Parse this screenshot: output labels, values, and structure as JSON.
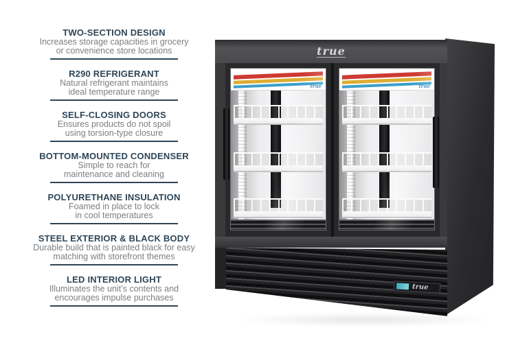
{
  "features": [
    {
      "title": "TWO-SECTION DESIGN",
      "line1": "Increases storage capacities in grocery",
      "line2": "or convenience store locations"
    },
    {
      "title": "R290 REFRIGERANT",
      "line1": "Natural refrigerant maintains",
      "line2": "ideal temperature range"
    },
    {
      "title": "SELF-CLOSING DOORS",
      "line1": "Ensures products do not spoil",
      "line2": "using torsion-type closure"
    },
    {
      "title": "BOTTOM-MOUNTED CONDENSER",
      "line1": "Simple to reach for",
      "line2": "maintenance and cleaning"
    },
    {
      "title": "POLYURETHANE INSULATION",
      "line1": "Foamed in place to lock",
      "line2": "in cool temperatures"
    },
    {
      "title": "STEEL EXTERIOR & BLACK BODY",
      "line1": "Durable build that is painted black for easy",
      "line2": "matching with storefront themes"
    },
    {
      "title": "LED INTERIOR LIGHT",
      "line1": "Illuminates the unit’s contents and",
      "line2": "encourages impulse purchases"
    }
  ],
  "product": {
    "header_logo": "true",
    "door_banner_logo": "true",
    "grille_badge_logo": "true",
    "colors": {
      "accent_navy": "#2e4557",
      "body_text_gray": "#7c7e81",
      "cabinet_black": "#323234",
      "stripe_red": "#cd3a31",
      "stripe_yellow": "#ddad32",
      "stripe_blue": "#3a9fc9",
      "badge_teal": "#3fa9bb"
    }
  }
}
